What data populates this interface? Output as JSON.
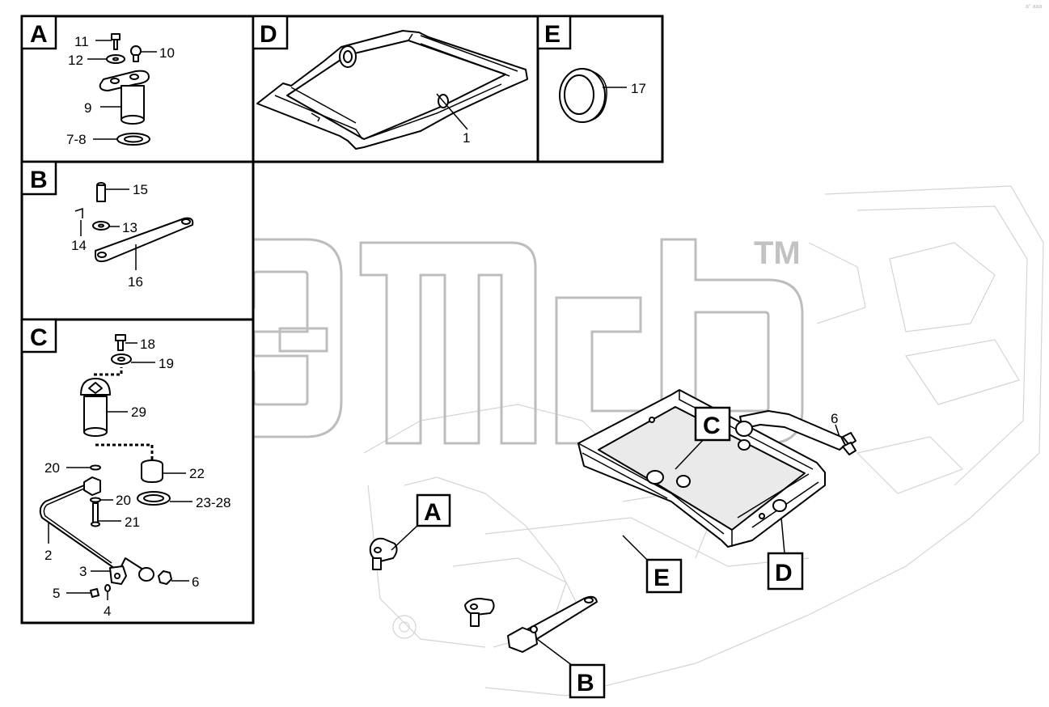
{
  "watermark": {
    "trademark": "TM"
  },
  "corner_mark": "a° aaa",
  "panels": {
    "A": {
      "tag": "A",
      "callouts": [
        "11",
        "12",
        "10",
        "9",
        "7-8"
      ]
    },
    "D": {
      "tag": "D",
      "callouts": [
        "1"
      ]
    },
    "E": {
      "tag": "E",
      "callouts": [
        "17"
      ]
    },
    "B": {
      "tag": "B",
      "callouts": [
        "15",
        "13",
        "14",
        "16"
      ]
    },
    "C": {
      "tag": "C",
      "callouts": [
        "18",
        "19",
        "29",
        "20",
        "22",
        "20",
        "23-28",
        "21",
        "2",
        "3",
        "6",
        "5",
        "4"
      ]
    }
  },
  "main_view": {
    "tags": [
      "C",
      "A",
      "E",
      "D",
      "B"
    ],
    "callouts": [
      "6"
    ]
  }
}
